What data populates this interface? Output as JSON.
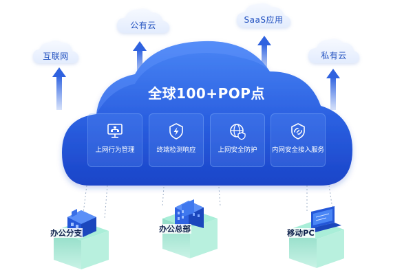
{
  "external_networks": [
    {
      "label": "互联网"
    },
    {
      "label": "公有云"
    },
    {
      "label": "SaaS应用"
    },
    {
      "label": "私有云"
    }
  ],
  "cloud": {
    "title": "全球100+POP点",
    "services": [
      {
        "label": "上网行为管理",
        "icon": "monitor-network-icon"
      },
      {
        "label": "终端检测响应",
        "icon": "shield-bolt-icon"
      },
      {
        "label": "上网安全防护",
        "icon": "globe-shield-icon"
      },
      {
        "label": "内网安全接入服务",
        "icon": "shield-link-icon"
      }
    ]
  },
  "sites": [
    {
      "label": "办公分支",
      "icon": "branch-building-icon"
    },
    {
      "label": "办公总部",
      "icon": "headquarters-building-icon"
    },
    {
      "label": "移动PC",
      "icon": "laptop-icon"
    }
  ],
  "colors": {
    "cloud_dark": "#1a4fd6",
    "cloud_light": "#3f7bf2",
    "arrow": "#3a6fe6",
    "small_cloud": "#eef4ff",
    "platform_top": "#a6ecd3",
    "platform_side": "#6ac9b6"
  }
}
